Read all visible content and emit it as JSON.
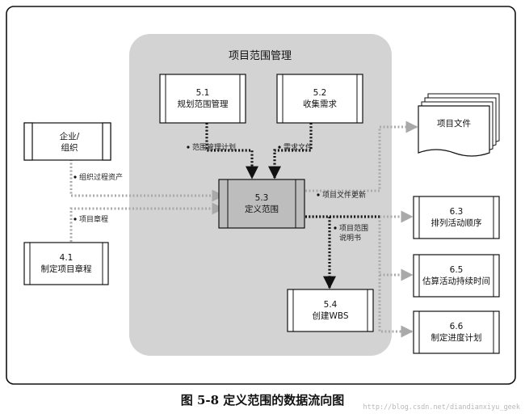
{
  "group": {
    "title": "项目范围管理"
  },
  "nodes": {
    "n51": {
      "id": "5.1",
      "label": "规划范围管理"
    },
    "n52": {
      "id": "5.2",
      "label": "收集需求"
    },
    "n53": {
      "id": "5.3",
      "label": "定义范围"
    },
    "n54": {
      "id": "5.4",
      "label": "创建WBS"
    },
    "n41": {
      "id": "4.1",
      "label": "制定项目章程"
    },
    "enterprise": {
      "line1": "企业/",
      "line2": "组织"
    },
    "docs": {
      "label": "项目文件"
    },
    "n63": {
      "id": "6.3",
      "label": "排列活动顺序"
    },
    "n65": {
      "id": "6.5",
      "label": "估算活动持续时间"
    },
    "n66": {
      "id": "6.6",
      "label": "制定进度计划"
    }
  },
  "edges": {
    "scope_plan": "范围管理计划",
    "req_docs": "需求文件",
    "org_assets": "组织过程资产",
    "charter": "项目章程",
    "doc_updates": "项目文件更新",
    "scope_stmt_line1": "项目范围",
    "scope_stmt_line2": "说明书"
  },
  "caption": "图 5-8    定义范围的数据流向图",
  "watermark": "http://blog.csdn.net/diandianxiyu_geek"
}
